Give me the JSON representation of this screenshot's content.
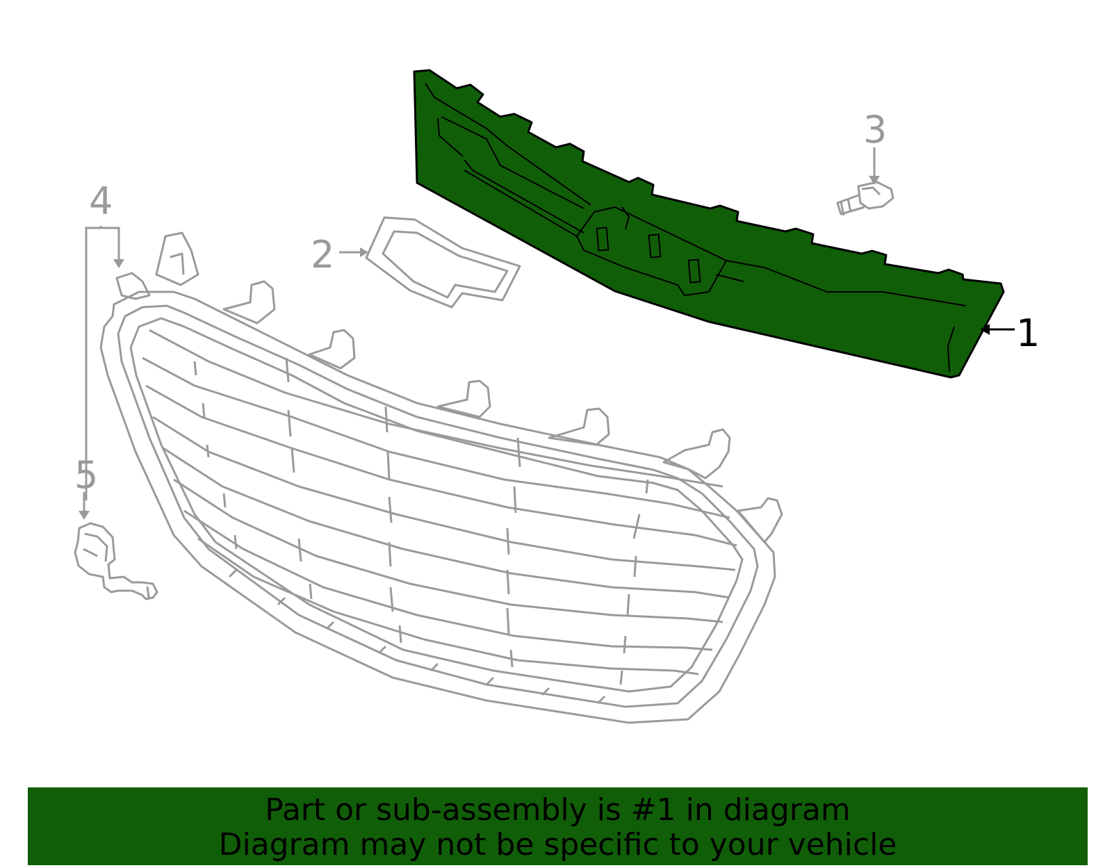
{
  "colors": {
    "highlight": "#115e09",
    "outline": "#9a9a9a",
    "active_outline": "#000000",
    "background": "#ffffff"
  },
  "callouts": [
    {
      "id": "1",
      "label": "1",
      "highlighted": true
    },
    {
      "id": "2",
      "label": "2",
      "highlighted": false
    },
    {
      "id": "3",
      "label": "3",
      "highlighted": false
    },
    {
      "id": "4",
      "label": "4",
      "highlighted": false
    },
    {
      "id": "5",
      "label": "5",
      "highlighted": false
    }
  ],
  "banner": {
    "line1": "Part or sub-assembly is #1 in diagram",
    "line2": "Diagram may not be specific to your vehicle"
  }
}
